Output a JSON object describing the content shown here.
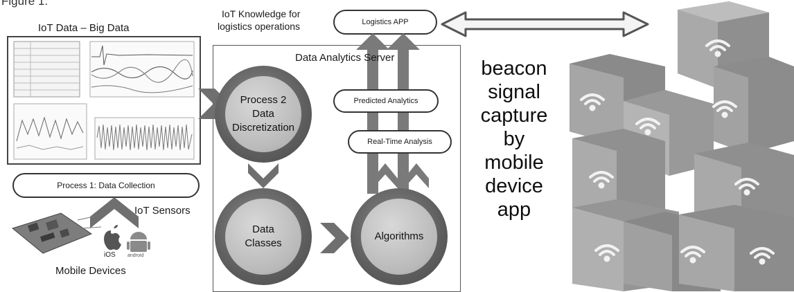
{
  "figure_label": "Figure 1.",
  "left_panel": {
    "title": "IoT Data – Big Data",
    "process1": "Process 1: Data Collection",
    "sensors_label": "IoT Sensors",
    "devices_label": "Mobile Devices",
    "ios_label": "iOS",
    "android_label": "android"
  },
  "center": {
    "knowledge_line1": "IoT Knowledge for",
    "knowledge_line2": "logistics operations",
    "logistics_app": "Logistics APP",
    "server_title": "Data Analytics Server",
    "process2": [
      "Process 2",
      "Data",
      "Discretization"
    ],
    "data_classes": [
      "Data",
      "Classes"
    ],
    "algorithms": "Algorithms",
    "predicted": "Predicted Analytics",
    "realtime": "Real-Time Analysis"
  },
  "beacon_text": [
    "beacon",
    "signal",
    "capture",
    "by",
    "mobile",
    "device",
    "app"
  ],
  "colors": {
    "arrow": "#6f6f6f",
    "circle_ring": "#5e5e5e",
    "box_tan": "#a8a8a8",
    "box_dark": "#8e8e8e"
  },
  "icons": [
    "double-arrow-icon",
    "chevron-right-icon",
    "chevron-down-icon",
    "chevron-up-icon",
    "wifi-icon",
    "apple-icon",
    "android-icon"
  ]
}
